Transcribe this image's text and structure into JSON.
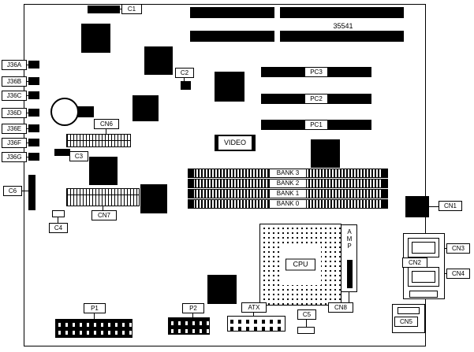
{
  "part_number": "35541",
  "labels": {
    "c1": "C1",
    "c2": "C2",
    "c3": "C3",
    "c4": "C4",
    "c5": "C5",
    "c6": "C6",
    "cn1": "CN1",
    "cn2": "CN2",
    "cn3": "CN3",
    "cn4": "CN4",
    "cn5": "CN5",
    "cn6": "CN6",
    "cn7": "CN7",
    "cn8": "CN8",
    "p1": "P1",
    "p2": "P2",
    "atx": "ATX",
    "cpu": "CPU",
    "amp": "AMP",
    "video": "VIDEO"
  },
  "left_connectors": [
    {
      "label": "J36A"
    },
    {
      "label": "J36B"
    },
    {
      "label": "J36C"
    },
    {
      "label": "J36D"
    },
    {
      "label": "J36E"
    },
    {
      "label": "J36F"
    },
    {
      "label": "J36G"
    }
  ],
  "pci_slots": [
    {
      "label": "PC3"
    },
    {
      "label": "PC2"
    },
    {
      "label": "PC1"
    }
  ],
  "memory_banks": [
    {
      "label": "BANK 3"
    },
    {
      "label": "BANK 2"
    },
    {
      "label": "BANK 1"
    },
    {
      "label": "BANK 0"
    }
  ]
}
